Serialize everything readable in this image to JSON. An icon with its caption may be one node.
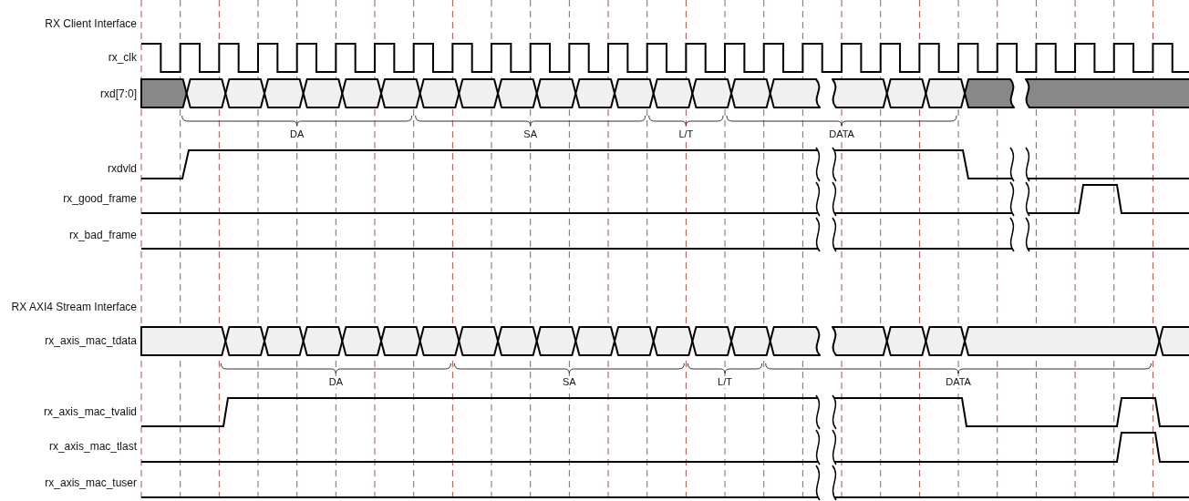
{
  "diagram": {
    "labels": [
      "RX Client Interface",
      "rx_clk",
      "rxd[7:0]",
      "DA",
      "SA",
      "L/T",
      "DATA",
      "rxdvld",
      "rx_good_frame",
      "rx_bad_frame",
      "RX AXI4 Stream Interface",
      "rx_axis_mac_tdata",
      "DA",
      "SA",
      "L/T",
      "DATA",
      "rx_axis_mac_tvalid",
      "rx_axis_mac_tlast",
      "rx_axis_mac_tuser"
    ]
  }
}
